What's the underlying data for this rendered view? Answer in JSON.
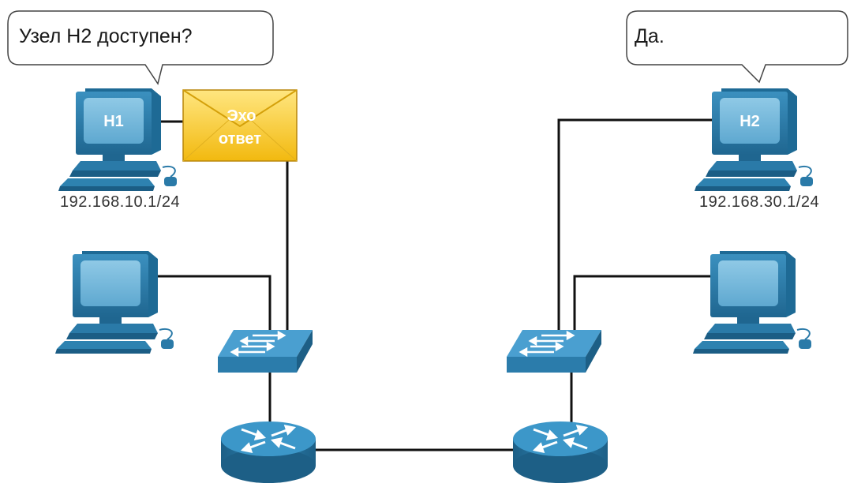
{
  "bubbles": {
    "left": "Узел H2 доступен?",
    "right": "Да."
  },
  "hosts": {
    "h1": {
      "label": "H1",
      "ip": "192.168.10.1/24"
    },
    "h2": {
      "label": "H2",
      "ip": "192.168.30.1/24"
    }
  },
  "envelope": {
    "line1": "Эхо",
    "line2": "ответ"
  },
  "icons": {
    "pc": "pc-icon",
    "switch": "switch-icon",
    "router": "router-icon",
    "envelope": "envelope-icon"
  },
  "colors": {
    "device_blue": "#2d7fae",
    "envelope_yellow": "#f5c518",
    "link_black": "#111111"
  }
}
